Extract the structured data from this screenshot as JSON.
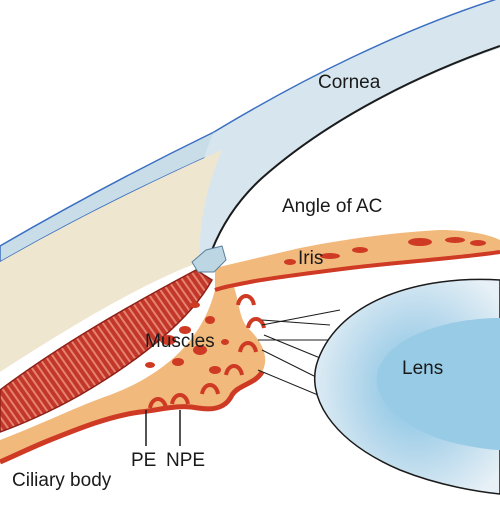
{
  "labels": {
    "cornea": "Cornea",
    "angle": "Angle of AC",
    "iris": "Iris",
    "muscles": "Muscles",
    "lens": "Lens",
    "pe": "PE",
    "npe": "NPE",
    "ciliary_body": "Ciliary body"
  },
  "colors": {
    "cornea": "#d7e6ee",
    "sclera_outer": "#c9dde8",
    "sclera_inner": "#eee6cf",
    "iris_tissue": "#f2b97c",
    "iris_pigment": "#cf3a24",
    "muscle": "#c2352a",
    "lens": "#cfe3ef",
    "lens_nucleus": "#98cbe6",
    "outline": "#1b1b1b",
    "blue_edge": "#3b6fc0"
  }
}
